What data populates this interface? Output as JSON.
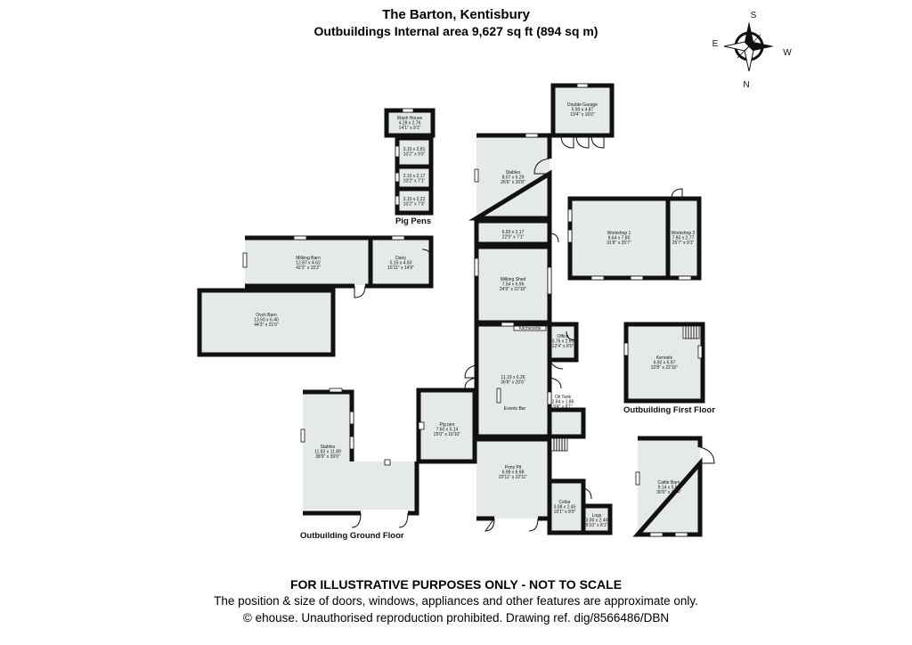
{
  "header": {
    "title": "The Barton, Kentisbury",
    "subtitle": "Outbuildings Internal area 9,627 sq ft (894 sq m)"
  },
  "footer": {
    "disclaimer": "FOR ILLUSTRATIVE PURPOSES ONLY - NOT TO SCALE",
    "note": "The position & size of doors, windows, appliances and other features are approximate only.",
    "copyright": "© ehouse. Unauthorised reproduction prohibited. Drawing ref. dig/8566486/DBN"
  },
  "compass": {
    "s": "S",
    "e": "E",
    "w": "W",
    "n": "N"
  },
  "sections": {
    "pig_pens": "Pig Pens",
    "ground_floor": "Outbuilding Ground Floor",
    "first_floor": "Outbuilding First Floor"
  },
  "rooms": {
    "wash_house": {
      "name": "Wash House",
      "metric": "4.28 x 2.76",
      "imperial": "14'1\" x 9'1\""
    },
    "pen1": {
      "metric": "3.10 x 2.81",
      "imperial": "10'2\" x 9'3\""
    },
    "pen2": {
      "metric": "3.10 x 2.17",
      "imperial": "10'2\" x 7'1\""
    },
    "pen3": {
      "metric": "3.10 x 2.22",
      "imperial": "10'2\" x 7'3\""
    },
    "double_garage": {
      "name": "Double Garage",
      "metric": "5.90 x 4.87",
      "imperial": "19'4\" x 16'0\""
    },
    "stables_top": {
      "name": "Stables",
      "metric": "8.07 x 6.29",
      "imperial": "26'6\" x 20'8\""
    },
    "passage": {
      "metric": "6.93 x 2.17",
      "imperial": "22'9\" x 7'1\""
    },
    "workshop1": {
      "name": "Workshop 1",
      "metric": "9.64 x 7.80",
      "imperial": "31'8\" x 25'7\""
    },
    "workshop2": {
      "name": "Workshop 2",
      "metric": "7.80 x 2.77",
      "imperial": "25'7\" x 9'1\""
    },
    "milking_barn": {
      "name": "Milking Barn",
      "metric": "12.87 x 4.62",
      "imperial": "42'3\" x 15'2\""
    },
    "dairy": {
      "name": "Dairy",
      "metric": "5.15 x 4.50",
      "imperial": "16'11\" x 14'9\""
    },
    "ovch_barn": {
      "name": "Ovch Barn",
      "metric": "13.50 x 6.40",
      "imperial": "44'3\" x 21'0\""
    },
    "milking_shed": {
      "name": "Milking Shed",
      "metric": "7.54 x 6.96",
      "imperial": "24'9\" x 22'10\""
    },
    "kitchenette": {
      "name": "Kitchenette"
    },
    "office": {
      "name": "Office",
      "metric": "3.76 x 2.60",
      "imperial": "12'4\" x 8'0\""
    },
    "kennels": {
      "name": "Kennels",
      "metric": "6.92 x 6.97",
      "imperial": "22'8\" x 22'10\""
    },
    "events_bar": {
      "name": "Events Bar",
      "metric": "11.19 x 6.26",
      "imperial": "36'8\" x 20'6\""
    },
    "oil_tank": {
      "name": "Oil Tank",
      "metric": "2.84 x 1.86",
      "imperial": "9'4\" x 6'1\""
    },
    "pig_pen": {
      "name": "Pig pen",
      "metric": "7.60 x 5.14",
      "imperial": "25'0\" x 16'10\""
    },
    "stables_left": {
      "name": "Stables",
      "metric": "11.82 x 11.89",
      "imperial": "38'9\" x 39'0\""
    },
    "pony_pit": {
      "name": "Pony Pit",
      "metric": "6.98 x 6.98",
      "imperial": "22'11\" x 22'11\""
    },
    "cellar": {
      "name": "Cellar",
      "metric": "3.08 x 2.45",
      "imperial": "10'1\" x 8'0\""
    },
    "logs": {
      "name": "Logs",
      "metric": "3.00 x 2.40",
      "imperial": "9'10\" x 8'1\""
    },
    "cattle_barn": {
      "name": "Cattle Barn",
      "metric": "9.14 x 5.60",
      "imperial": "30'0\" x 18'4\""
    }
  }
}
